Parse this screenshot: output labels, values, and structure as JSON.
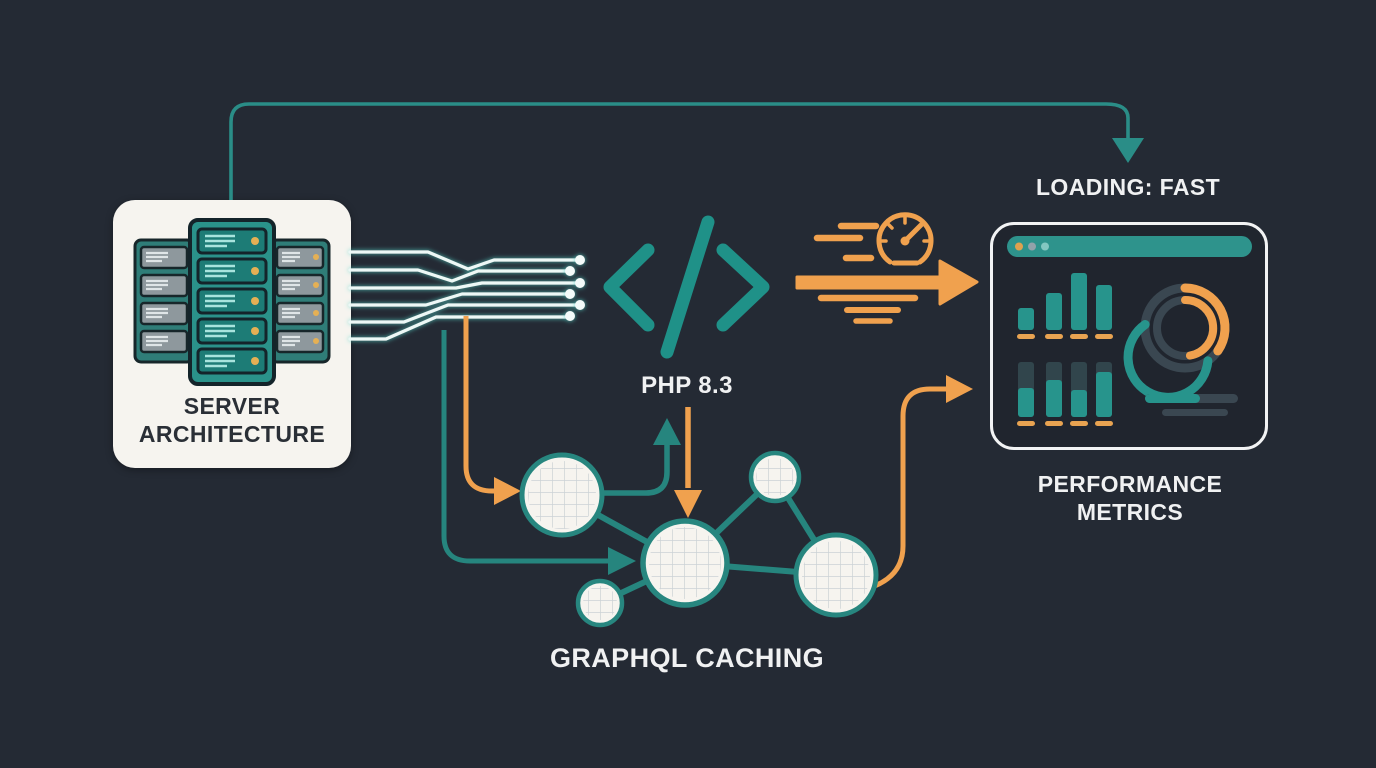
{
  "canvas": {
    "background": "#242A34"
  },
  "labels": {
    "server": "SERVER ARCHITECTURE",
    "php": "PHP 8.3",
    "graphql": "GRAPHQL CACHING",
    "loading": "LOADING: FAST",
    "performance": "PERFORMANCE METRICS"
  },
  "colors": {
    "teal": "#27948C",
    "teal_line": "#2A8D87",
    "teal_dark": "#26857E",
    "orange": "#F0A14E",
    "orange_dash": "#E8A351",
    "card_white": "#F6F4EF",
    "slate": "#3A4751",
    "slate_dark": "#31454C",
    "text_light": "#F0F1F2",
    "text_dark": "#2A2F36",
    "trace_white": "#EDF8F6",
    "accent_yellow": "#E5B054"
  },
  "icons": {
    "server_rack": "server-rack-icon",
    "code_brackets": "code-brackets-icon",
    "speedometer": "speedometer-icon",
    "speed_arrow": "speed-arrow-icon",
    "browser_window": "browser-window-icon",
    "cache_network": "cache-node-network-icon",
    "top_flow_arrow": "top-connector-arrow-icon"
  },
  "dashboard": {
    "browser_dots": [
      "#DFA14F",
      "#92A2AA",
      "#83C7C1"
    ],
    "top_bars": [
      22,
      37,
      57,
      45
    ],
    "stacked_bars": {
      "track_height": 55,
      "fill_heights": [
        29,
        37,
        27,
        45
      ]
    },
    "progress": {
      "track_width": 93,
      "fill_width": 55
    }
  }
}
